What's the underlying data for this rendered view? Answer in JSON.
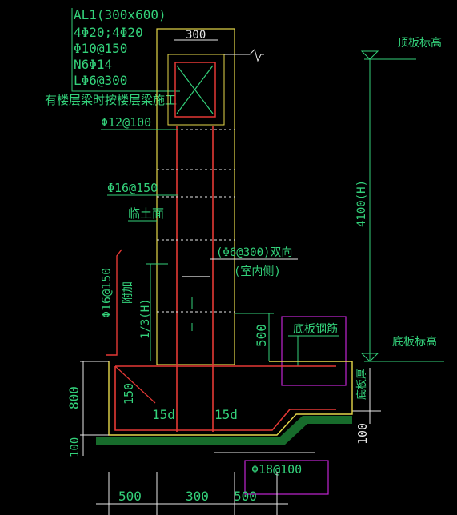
{
  "beam_label": {
    "line1": "AL1(300x600)",
    "line2": "4Φ20;4Φ20",
    "line3": "Φ10@150",
    "line4": "N6Φ14",
    "line5": "LΦ6@300",
    "note": "有楼层梁时按楼层梁施工"
  },
  "top_dim": "300",
  "top_elev": "顶板标高",
  "stirrup_top": "Φ12@100",
  "vert_bar": "Φ16@150",
  "soil_face": "临土面",
  "side_bar_left": "Φ16@150",
  "side_bar_note": "附加",
  "tie_bar": "(Φ6@300)双向",
  "tie_note": "(室内侧)",
  "height_dim": "4100(H)",
  "third_h": "1/3(H)",
  "dim_500_right": "500",
  "bottom_slab_bar": "底板钢筋",
  "slab_elev": "底板标高",
  "slab_thk": "底板厚",
  "dim_800": "800",
  "dim_150": "150",
  "anchor_left": "15d",
  "anchor_right": "15d",
  "dim_100_right": "100",
  "dim_100_left": "100",
  "bottom_bar": "Φ18@100",
  "bottom_dims": [
    "500",
    "300",
    "500"
  ]
}
